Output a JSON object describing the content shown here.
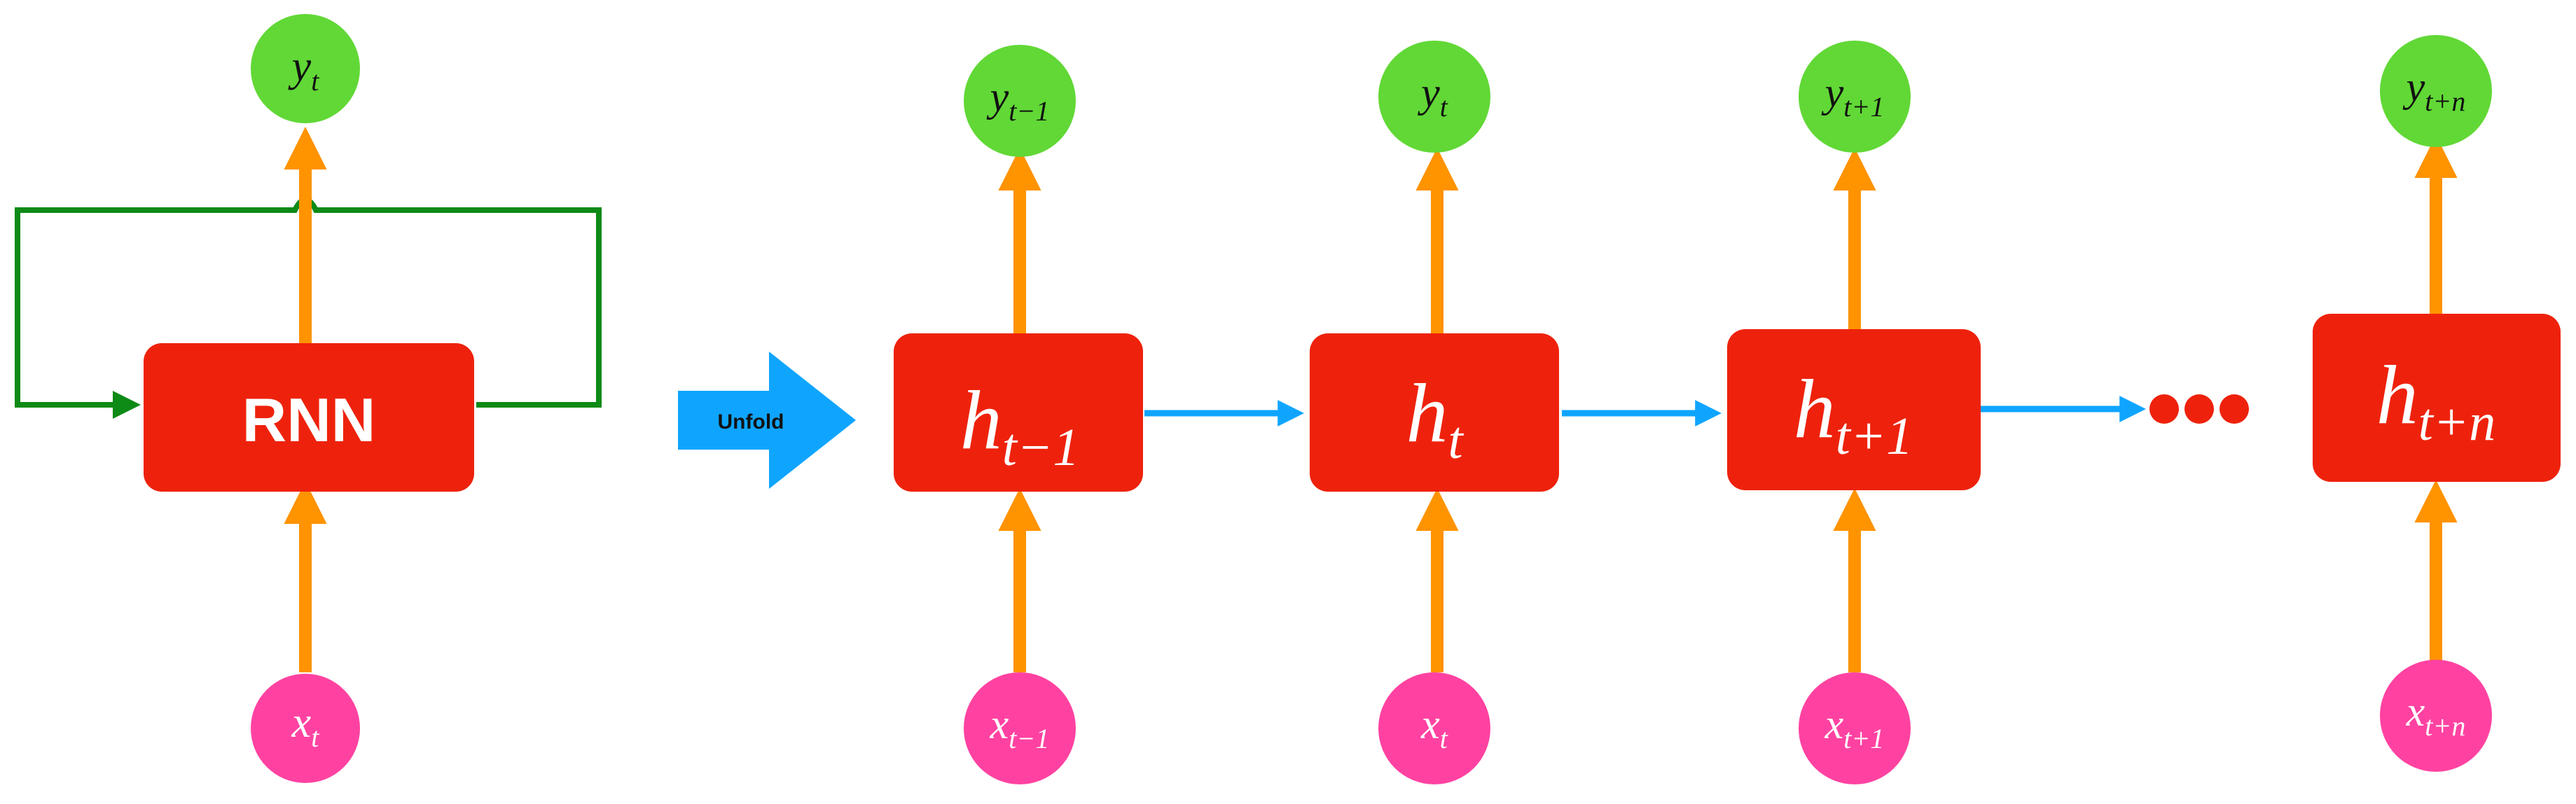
{
  "colors": {
    "hidden_box": "#ee220c",
    "input_node": "#ff42a1",
    "output_node": "#61d836",
    "io_arrow": "#ff9300",
    "recurrent_arrow": "#0e8a16",
    "unfold_arrow": "#0fa5ff",
    "time_arrow": "#0fa5ff",
    "ellipsis_dots": "#ee220c"
  },
  "folded": {
    "box_label": "RNN",
    "input": {
      "base": "x",
      "sub": "t"
    },
    "output": {
      "base": "y",
      "sub": "t"
    }
  },
  "unfold_label": "Unfold",
  "steps": [
    {
      "hidden": {
        "base": "h",
        "sub": "t−1"
      },
      "input": {
        "base": "x",
        "sub": "t−1"
      },
      "output": {
        "base": "y",
        "sub": "t−1"
      }
    },
    {
      "hidden": {
        "base": "h",
        "sub": "t"
      },
      "input": {
        "base": "x",
        "sub": "t"
      },
      "output": {
        "base": "y",
        "sub": "t"
      }
    },
    {
      "hidden": {
        "base": "h",
        "sub": "t+1"
      },
      "input": {
        "base": "x",
        "sub": "t+1"
      },
      "output": {
        "base": "y",
        "sub": "t+1"
      }
    },
    {
      "hidden": {
        "base": "h",
        "sub": "t+n"
      },
      "input": {
        "base": "x",
        "sub": "t+n"
      },
      "output": {
        "base": "y",
        "sub": "t+n"
      }
    }
  ]
}
